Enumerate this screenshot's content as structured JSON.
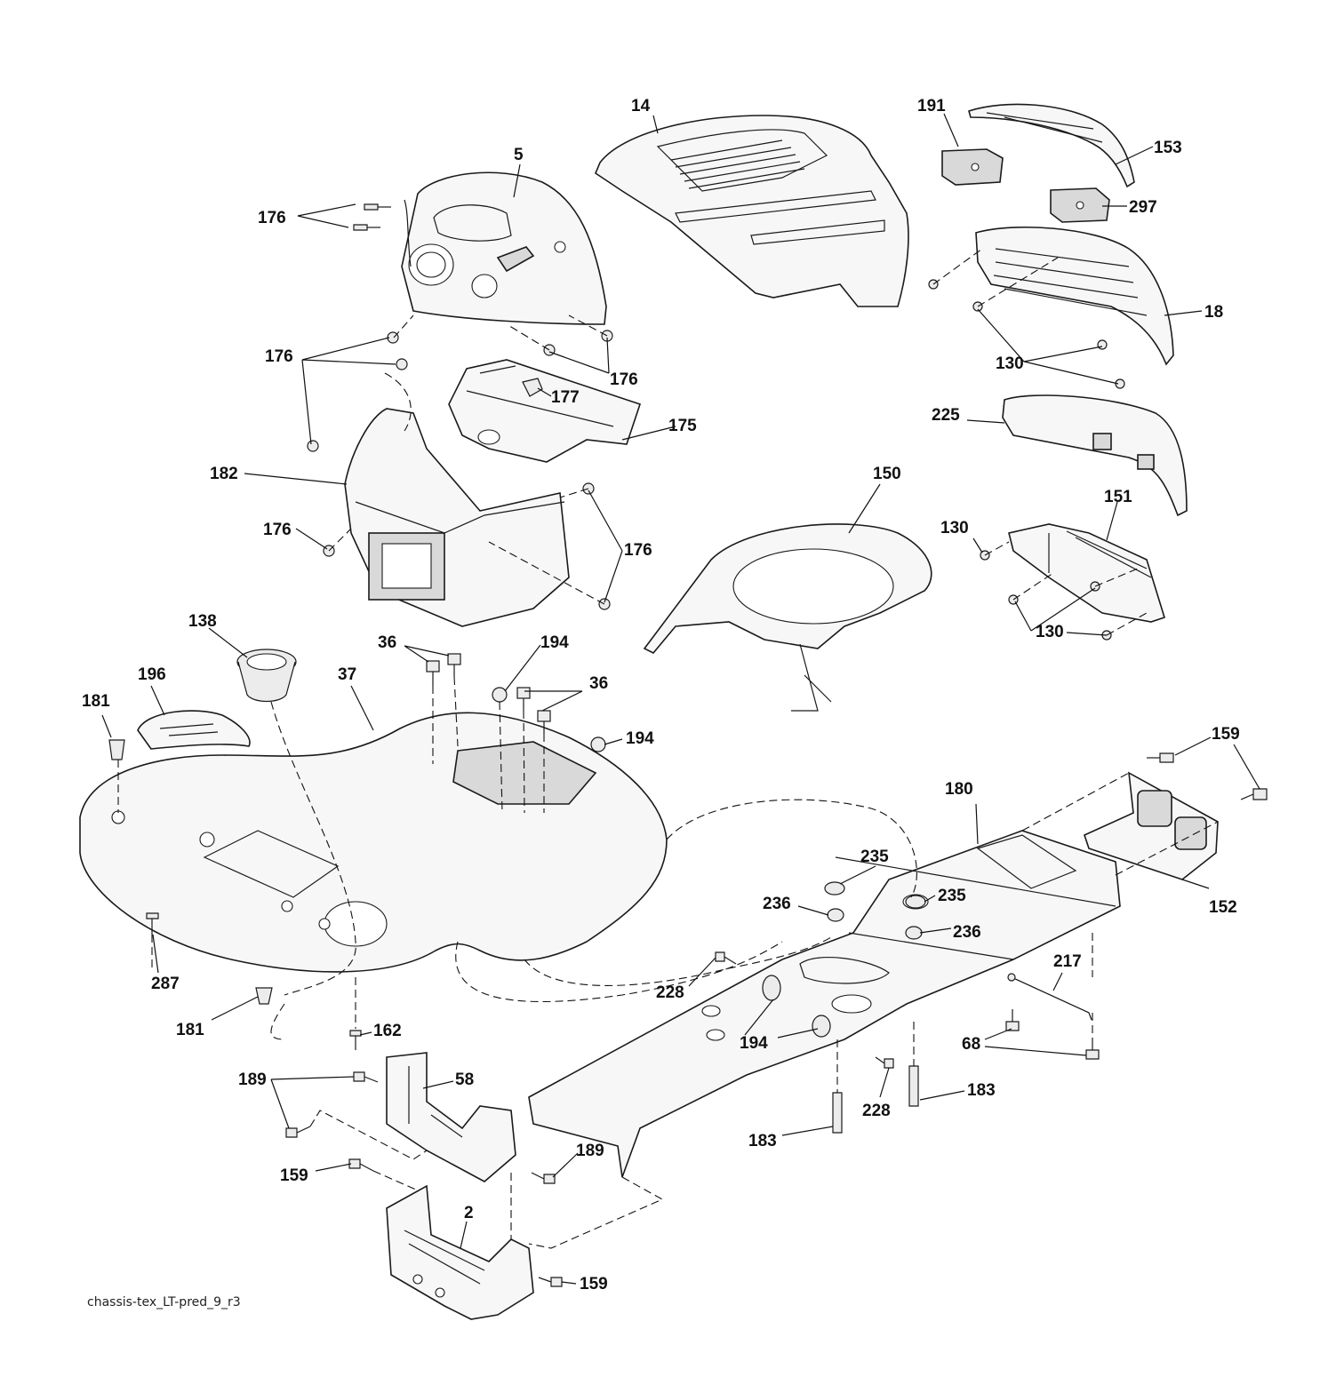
{
  "footer_label": "chassis-tex_LT-pred_9_r3",
  "callouts": {
    "c14": "14",
    "c191": "191",
    "c153": "153",
    "c5": "5",
    "c297": "297",
    "c176a": "176",
    "c18": "18",
    "c176b": "176",
    "c176c": "176",
    "c130a": "130",
    "c177": "177",
    "c225": "225",
    "c175": "175",
    "c182": "182",
    "c150": "150",
    "c151": "151",
    "c176d": "176",
    "c130b": "130",
    "c176e": "176",
    "c130c": "130",
    "c138": "138",
    "c36a": "36",
    "c194a": "194",
    "c196": "196",
    "c37": "37",
    "c36b": "36",
    "c181a": "181",
    "c194b": "194",
    "c159a": "159",
    "c180": "180",
    "c235a": "235",
    "c236a": "236",
    "c235b": "235",
    "c152": "152",
    "c236b": "236",
    "c217": "217",
    "c287": "287",
    "c228a": "228",
    "c181b": "181",
    "c162": "162",
    "c194c": "194",
    "c68": "68",
    "c189a": "189",
    "c58": "58",
    "c183a": "183",
    "c228b": "228",
    "c183b": "183",
    "c189b": "189",
    "c159b": "159",
    "c2": "2",
    "c159c": "159"
  }
}
